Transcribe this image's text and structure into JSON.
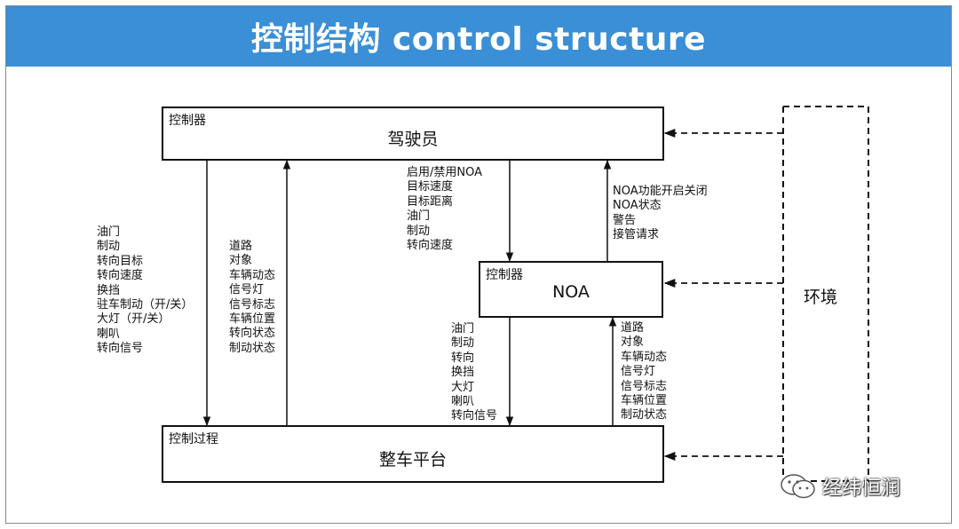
{
  "header": {
    "title": "控制结构 control structure"
  },
  "boxes": {
    "driver": {
      "tag": "控制器",
      "label": "驾驶员"
    },
    "noa": {
      "tag": "控制器",
      "label": "NOA"
    },
    "vehicle": {
      "tag": "控制过程",
      "label": "整车平台"
    },
    "environment": {
      "label": "环境"
    }
  },
  "signals": {
    "driver_to_vehicle": [
      "油门",
      "制动",
      "转向目标",
      "转向速度",
      "换挡",
      "驻车制动（开/关）",
      "大灯（开/关）",
      "喇叭",
      "转向信号"
    ],
    "vehicle_to_driver": [
      "道路",
      "对象",
      "车辆动态",
      "信号灯",
      "信号标志",
      "车辆位置",
      "转向状态",
      "制动状态"
    ],
    "driver_to_noa": [
      "启用/禁用NOA",
      "目标速度",
      "目标距离",
      "油门",
      "制动",
      "转向速度"
    ],
    "noa_to_driver": [
      "NOA功能开启关闭",
      "NOA状态",
      "警告",
      "接管请求"
    ],
    "noa_to_vehicle": [
      "油门",
      "制动",
      "转向",
      "换挡",
      "大灯",
      "喇叭",
      "转向信号"
    ],
    "vehicle_to_noa": [
      "道路",
      "对象",
      "车辆动态",
      "信号灯",
      "信号标志",
      "车辆位置",
      "制动状态"
    ]
  },
  "watermark": {
    "text": "经纬恒润",
    "icon": "wechat-icon"
  },
  "colors": {
    "title_bar": "#3a8fd6",
    "line": "#111111"
  }
}
